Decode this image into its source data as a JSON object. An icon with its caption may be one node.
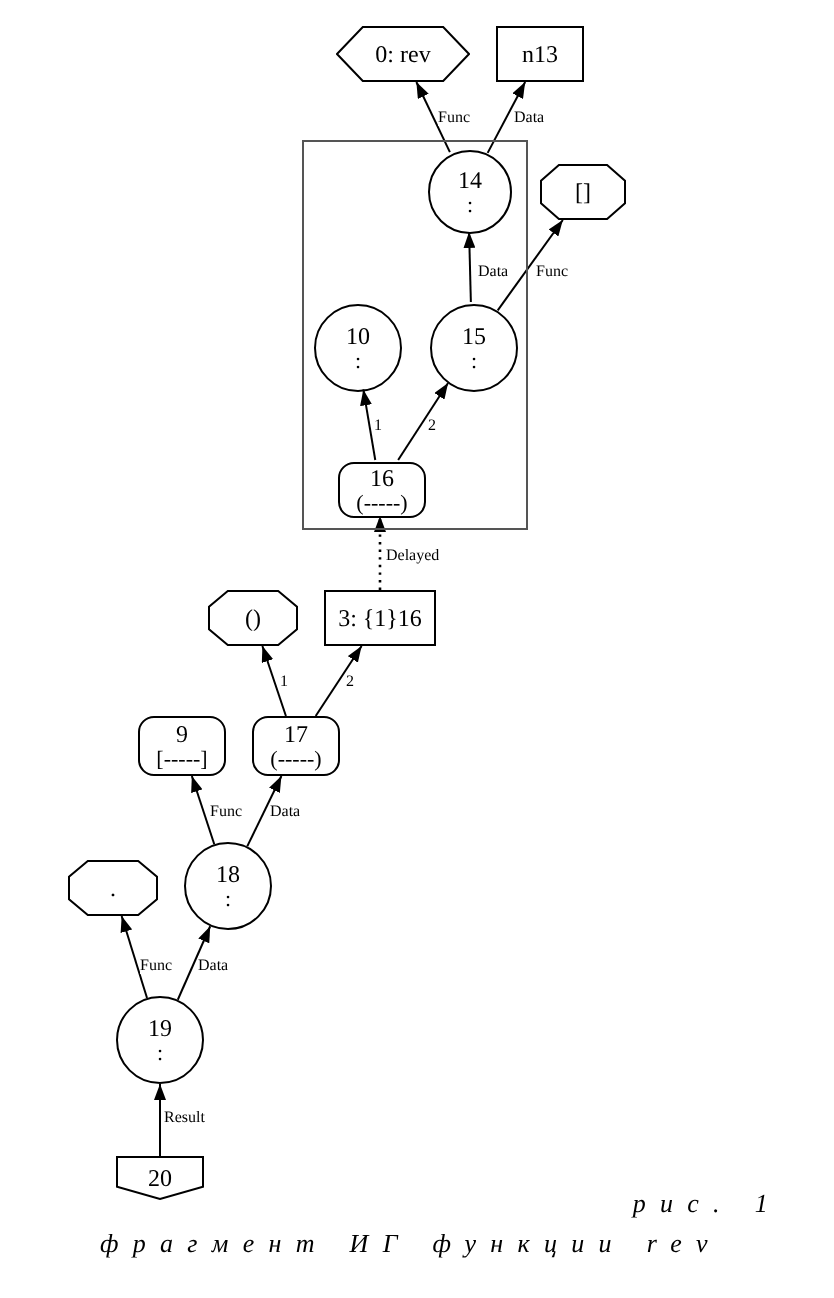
{
  "diagram": {
    "caption": "фрагмент ИГ функции rev",
    "nodes": [
      {
        "text": [
          "0: rev"
        ]
      },
      {
        "text": [
          "n13"
        ]
      },
      {
        "text": [],
        "shape": "box"
      },
      {
        "text": [
          "14",
          ":"
        ],
        "in": 2
      },
      {
        "text": [
          "[]"
        ]
      },
      {
        "text": [
          "10",
          ":"
        ],
        "in": 2
      },
      {
        "text": [
          "15",
          ":"
        ],
        "in": 2
      },
      {
        "text": [
          "16",
          "(-----)"
        ],
        "in": 2
      },
      {
        "text": [
          "()"
        ]
      },
      {
        "text": [
          "3: {1}16"
        ]
      },
      {
        "text": [
          "9",
          "[-----]"
        ]
      },
      {
        "text": [
          "17",
          "(-----)"
        ]
      },
      {
        "text": [
          "."
        ]
      },
      {
        "text": [
          "18",
          ":"
        ]
      },
      {
        "text": [
          "19",
          ":"
        ]
      },
      {
        "text": [
          "20"
        ]
      }
    ],
    "edges": [
      {
        "from": 3,
        "to": 0,
        "arrow": "to",
        "label": "Func"
      },
      {
        "from": 3,
        "to": 1,
        "arrow": "to",
        "label": "Data"
      },
      {
        "from": 6,
        "to": 3,
        "arrow": "to",
        "label": "Data"
      },
      {
        "from": 6,
        "to": 4,
        "arrow": "to",
        "label": "Func"
      },
      {
        "from": 7,
        "to": 5,
        "arrow": "to",
        "label": "1"
      },
      {
        "from": 7,
        "to": 6,
        "arrow": "to",
        "label": "2"
      },
      {
        "from": 9,
        "to": 7,
        "arrow": "to",
        "label": "Delayed",
        "style": "dashed"
      },
      {
        "from": 11,
        "to": 8,
        "arrow": "to",
        "label": "1"
      },
      {
        "from": 11,
        "to": 9,
        "arrow": "to",
        "label": "2"
      },
      {
        "from": 13,
        "to": 10,
        "arrow": "to",
        "label": "Func"
      },
      {
        "from": 13,
        "to": 11,
        "arrow": "to",
        "label": "Data"
      },
      {
        "from": 14,
        "to": 12,
        "arrow": "to",
        "label": "Func"
      },
      {
        "from": 14,
        "to": 13,
        "arrow": "to",
        "label": "Data"
      },
      {
        "from": 15,
        "to": 14,
        "arrow": "to",
        "label": "Result"
      }
    ],
    "labels": [
      "рис. 1"
    ]
  }
}
